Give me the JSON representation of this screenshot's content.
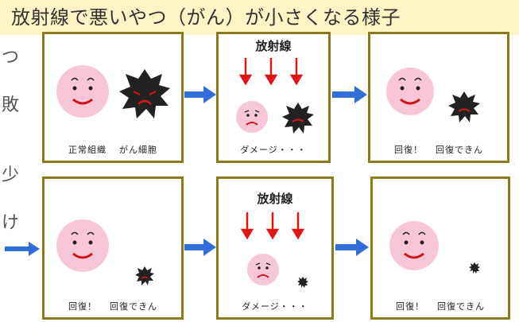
{
  "title": "放射線で悪いやつ（がん）が小さくなる様子",
  "side_text": [
    "つ",
    "敗",
    "少",
    "け"
  ],
  "colors": {
    "panel_border": "#8a7a18",
    "arrow": "#2f6fd6",
    "radiation_arrow": "#e01616",
    "face": "#f7c6d9"
  },
  "panels": [
    {
      "id": "p1",
      "caption_left": "正常組織",
      "caption_right": "がん細胞"
    },
    {
      "id": "p2",
      "radiation": "放射線",
      "caption": "ダメージ・・・"
    },
    {
      "id": "p3",
      "caption_left": "回復！",
      "caption_right": "回復できん"
    },
    {
      "id": "p4",
      "caption_left": "回復！",
      "caption_right": "回復できん"
    },
    {
      "id": "p5",
      "radiation": "放射線",
      "caption": "ダメージ・・・"
    },
    {
      "id": "p6",
      "caption_left": "回復！",
      "caption_right": "回復できん"
    }
  ]
}
